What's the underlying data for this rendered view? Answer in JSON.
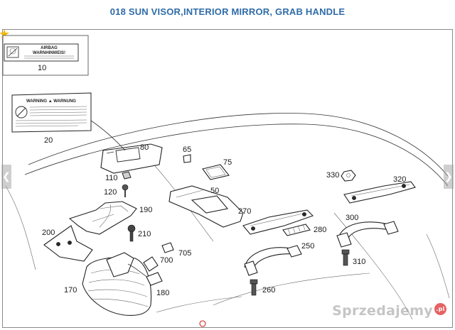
{
  "title": "018 SUN VISOR,INTERIOR MIRROR, GRAB HANDLE",
  "labels": {
    "p10": "10",
    "p20": "20",
    "p50": "50",
    "p65": "65",
    "p75": "75",
    "p80": "80",
    "p110": "110",
    "p120": "120",
    "p170": "170",
    "p180": "180",
    "p190": "190",
    "p200": "200",
    "p210": "210",
    "p250": "250",
    "p260": "260",
    "p270": "270",
    "p280": "280",
    "p300": "300",
    "p310": "310",
    "p320": "320",
    "p330": "330",
    "p700": "700",
    "p705": "705"
  },
  "sticker10": {
    "line1": "AIRBAG",
    "line2": "WARNHINWEIS!"
  },
  "sticker20": {
    "header": "WARNING ▲ WARNUNG"
  },
  "watermark": {
    "text": "Sprzedajemy",
    "badge": ".pl"
  },
  "nav": {
    "prev_icon": "chevron-left-icon",
    "next_icon": "chevron-right-icon",
    "prev_glyph": "❮",
    "next_glyph": "❯"
  },
  "favorite": {
    "icon": "star-icon",
    "glyph": "★",
    "color": "#f2b800"
  },
  "colors": {
    "title": "#2f6ca8"
  }
}
